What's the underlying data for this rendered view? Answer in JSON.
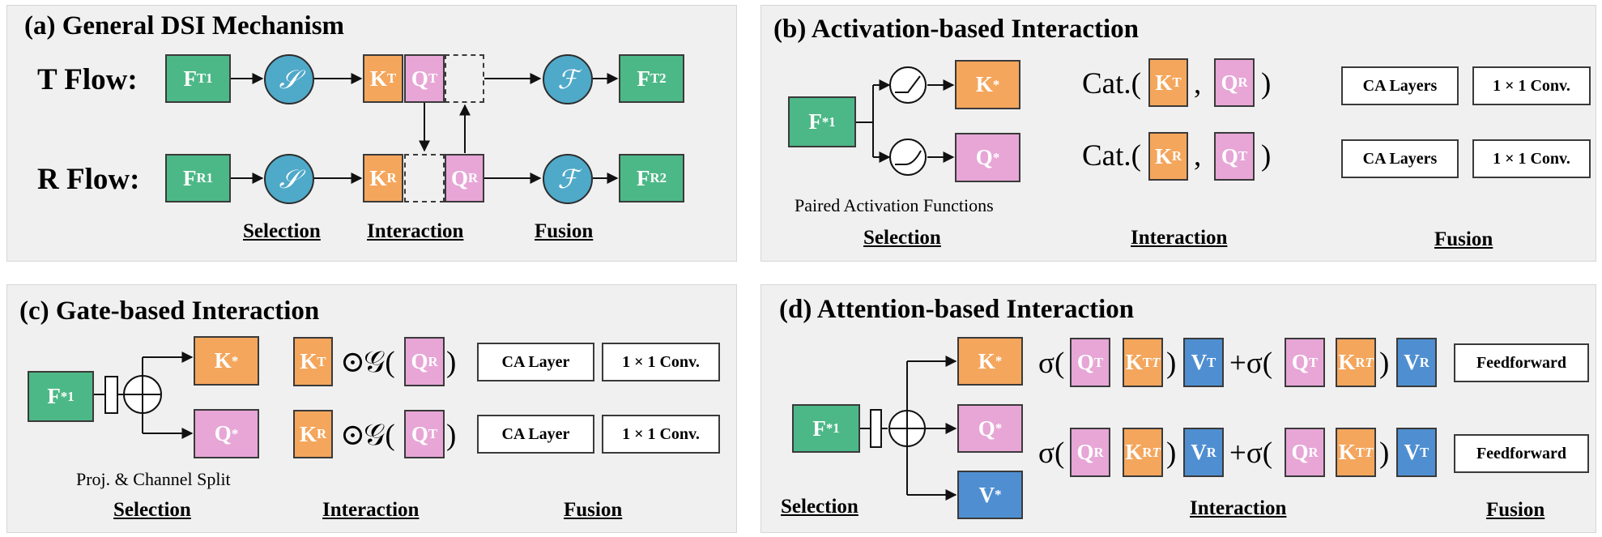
{
  "panel_a": {
    "title": "(a) General DSI Mechanism",
    "t_flow_label": "T Flow:",
    "r_flow_label": "R Flow:",
    "selection_symbol": "𝒮",
    "fusion_symbol": "ℱ",
    "feat": "F",
    "sub_t": "T",
    "sub_r": "R",
    "sup_1": "1",
    "sup_2": "2",
    "k": "K",
    "q": "Q",
    "stage_selection": "Selection",
    "stage_interaction": "Interaction",
    "stage_fusion": "Fusion"
  },
  "panel_b": {
    "title": "(b) Activation-based Interaction",
    "feat": "F",
    "star": "*",
    "sup_1": "1",
    "k": "K",
    "q": "Q",
    "sub_t": "T",
    "sub_r": "R",
    "cat": "Cat.(",
    "comma": ",",
    "close": ")",
    "caption": "Paired Activation Functions",
    "ca_layers": "CA Layers",
    "conv": "1 × 1 Conv.",
    "stage_selection": "Selection",
    "stage_interaction": "Interaction",
    "stage_fusion": "Fusion"
  },
  "panel_c": {
    "title": "(c) Gate-based Interaction",
    "feat": "F",
    "star": "*",
    "sup_1": "1",
    "k": "K",
    "q": "Q",
    "sub_t": "T",
    "sub_r": "R",
    "odot": "⊙",
    "gate": "𝒢(",
    "close": ")",
    "caption": "Proj. & Channel Split",
    "ca_layer": "CA Layer",
    "conv": "1 × 1 Conv.",
    "stage_selection": "Selection",
    "stage_interaction": "Interaction",
    "stage_fusion": "Fusion"
  },
  "panel_d": {
    "title": "(d) Attention-based Interaction",
    "feat": "F",
    "star": "*",
    "sup_1": "1",
    "k": "K",
    "q": "Q",
    "v": "V",
    "sub_t": "T",
    "sub_r": "R",
    "sup_T": "T",
    "sigma": "σ(",
    "close": ")",
    "plus_sigma": "+σ(",
    "feedforward": "Feedforward",
    "stage_selection": "Selection",
    "stage_interaction": "Interaction",
    "stage_fusion": "Fusion"
  },
  "colors": {
    "green": "#4db887",
    "orange": "#f4a65c",
    "pink": "#e7a6d6",
    "blue": "#4f8fd1",
    "teal": "#4fa9c9",
    "panel_bg": "#f0f0f0"
  }
}
